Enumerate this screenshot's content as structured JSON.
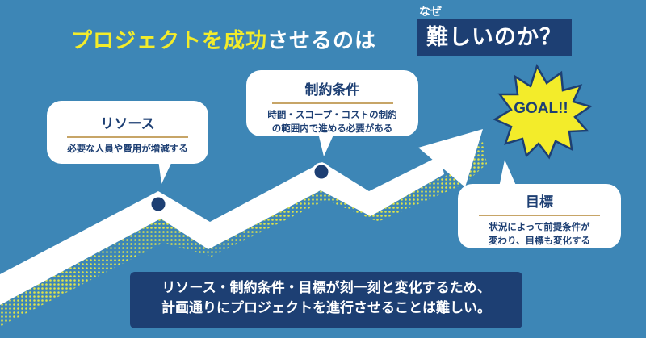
{
  "title": {
    "part1": "プロジェクトを成功",
    "part2": "させるのは",
    "ruby": "なぜ",
    "box": "難しいのか？"
  },
  "bubbles": {
    "resource": {
      "heading": "リソース",
      "body": "必要な人員や費用が増減する"
    },
    "constraints": {
      "heading": "制約条件",
      "body_line1": "時間・スコープ・コストの制約",
      "body_line2": "の範囲内で進める必要がある"
    },
    "goal": {
      "heading": "目標",
      "body_line1": "状況によって前提条件が",
      "body_line2": "変わり、目標も変化する"
    }
  },
  "goal_badge": {
    "text": "GOAL!!"
  },
  "banner": {
    "line1": "リソース・制約条件・目標が刻一刻と変化するため、",
    "line2": "計画通りにプロジェクトを進行させることは難しい。"
  },
  "colors": {
    "background": "#3d86b6",
    "navy": "#1d3f73",
    "yellow": "#f3ec2a",
    "dots": "#d9e14a"
  }
}
